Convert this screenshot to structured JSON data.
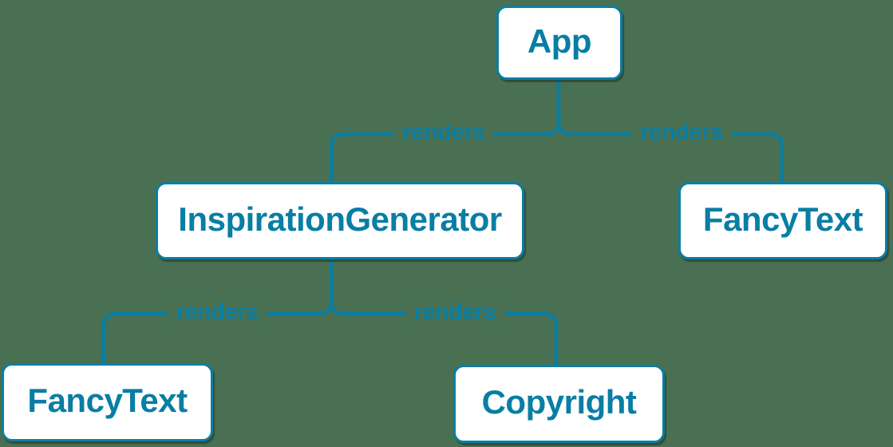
{
  "diagram": {
    "type": "component-render-tree",
    "nodes": [
      {
        "id": "app",
        "label": "App"
      },
      {
        "id": "inspiration-generator",
        "label": "InspirationGenerator"
      },
      {
        "id": "fancy-text-top",
        "label": "FancyText"
      },
      {
        "id": "fancy-text-bottom",
        "label": "FancyText"
      },
      {
        "id": "copyright",
        "label": "Copyright"
      }
    ],
    "edges": [
      {
        "from": "App",
        "to": "InspirationGenerator",
        "label": "renders"
      },
      {
        "from": "App",
        "to": "FancyText",
        "label": "renders"
      },
      {
        "from": "InspirationGenerator",
        "to": "FancyText",
        "label": "renders"
      },
      {
        "from": "InspirationGenerator",
        "to": "Copyright",
        "label": "renders"
      }
    ]
  },
  "colors": {
    "accent": "#087EA4",
    "node_border": "#0A7EA4",
    "node_background": "#FFFFFF",
    "canvas_background": "#497052"
  }
}
